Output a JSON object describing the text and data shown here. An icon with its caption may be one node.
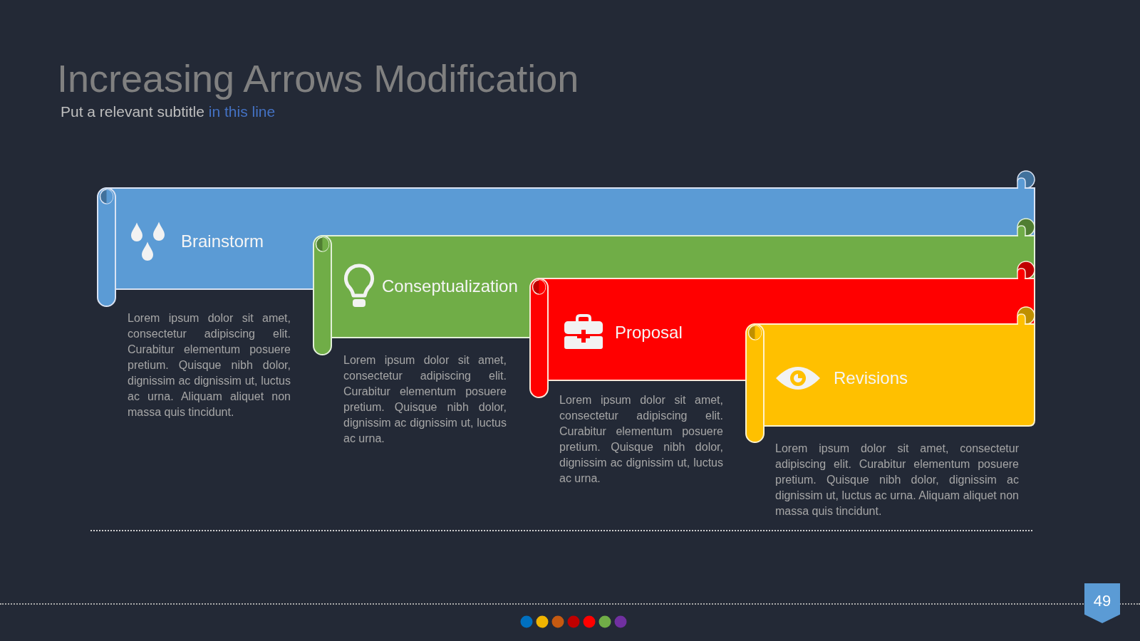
{
  "diagram": {
    "title": "Increasing Arrows Modification",
    "nodes": [
      {
        "text": [
          "Brainstorm"
        ],
        "beside": [
          "Lorem ipsum dolor sit amet, consectetur adipiscing elit. Curabitur elementum posuere pretium. Quisque nibh dolor, dignissim ac dignissim ut, luctus ac urna. Aliquam aliquet non massa quis tincidunt."
        ]
      },
      {
        "text": [
          "Conseptualization"
        ],
        "beside": [
          "Lorem ipsum dolor sit amet, consectetur adipiscing elit. Curabitur elementum posuere pretium. Quisque nibh dolor, dignissim ac dignissim ut, luctus ac urna."
        ]
      },
      {
        "text": [
          "Proposal"
        ],
        "beside": [
          "Lorem ipsum dolor sit amet, consectetur adipiscing elit. Curabitur elementum posuere pretium. Quisque nibh dolor, dignissim ac dignissim ut, luctus ac urna."
        ]
      },
      {
        "text": [
          "Revisions"
        ],
        "beside": [
          "Lorem ipsum dolor sit amet, consectetur adipiscing elit. Curabitur elementum posuere pretium. Quisque nibh dolor, dignissim ac dignissim ut, luctus ac urna. Aliquam aliquet non massa quis tincidunt."
        ]
      }
    ],
    "labels": [
      "Put a relevant subtitle",
      "in this line",
      "49"
    ]
  }
}
